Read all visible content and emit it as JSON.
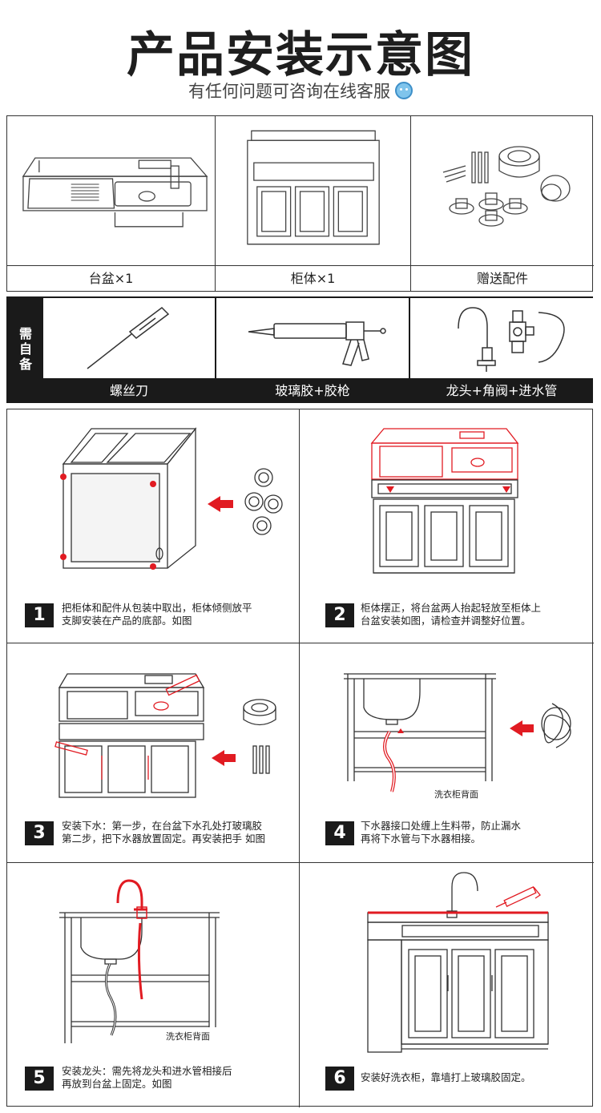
{
  "header": {
    "title": "产品安装示意图",
    "subtitle": "有任何问题可咨询在线客服"
  },
  "package": {
    "items": [
      {
        "label": "台盆×1"
      },
      {
        "label": "柜体×1"
      },
      {
        "label": "赠送配件"
      }
    ]
  },
  "prepare": {
    "side_label": "需自备",
    "items": [
      {
        "label": "螺丝刀"
      },
      {
        "label": "玻璃胶+胶枪"
      },
      {
        "label": "龙头+角阀+进水管"
      }
    ]
  },
  "steps": [
    {
      "number": "1",
      "lines": [
        "把柜体和配件从包装中取出，柜体倾侧放平",
        "支脚安装在产品的底部。如图"
      ]
    },
    {
      "number": "2",
      "lines": [
        "柜体摆正，将台盆两人抬起轻放至柜体上",
        "台盆安装如图，请检查并调整好位置。"
      ]
    },
    {
      "number": "3",
      "lines": [
        "安装下水：第一步，在台盆下水孔处打玻璃胶",
        "第二步，把下水器放置固定。再安装把手 如图"
      ]
    },
    {
      "number": "4",
      "lines": [
        "下水器接口处缠上生料带，防止漏水",
        "再将下水管与下水器相接。"
      ],
      "caption": "洗衣柜背面"
    },
    {
      "number": "5",
      "lines": [
        "安装龙头：需先将龙头和进水管相接后",
        "再放到台盆上固定。如图"
      ],
      "caption": "洗衣柜背面"
    },
    {
      "number": "6",
      "lines": [
        "安装好洗衣柜，靠墙打上玻璃胶固定。"
      ]
    }
  ],
  "colors": {
    "accent": "#e11b22",
    "dark": "#1a1a1a",
    "line": "#333333"
  }
}
